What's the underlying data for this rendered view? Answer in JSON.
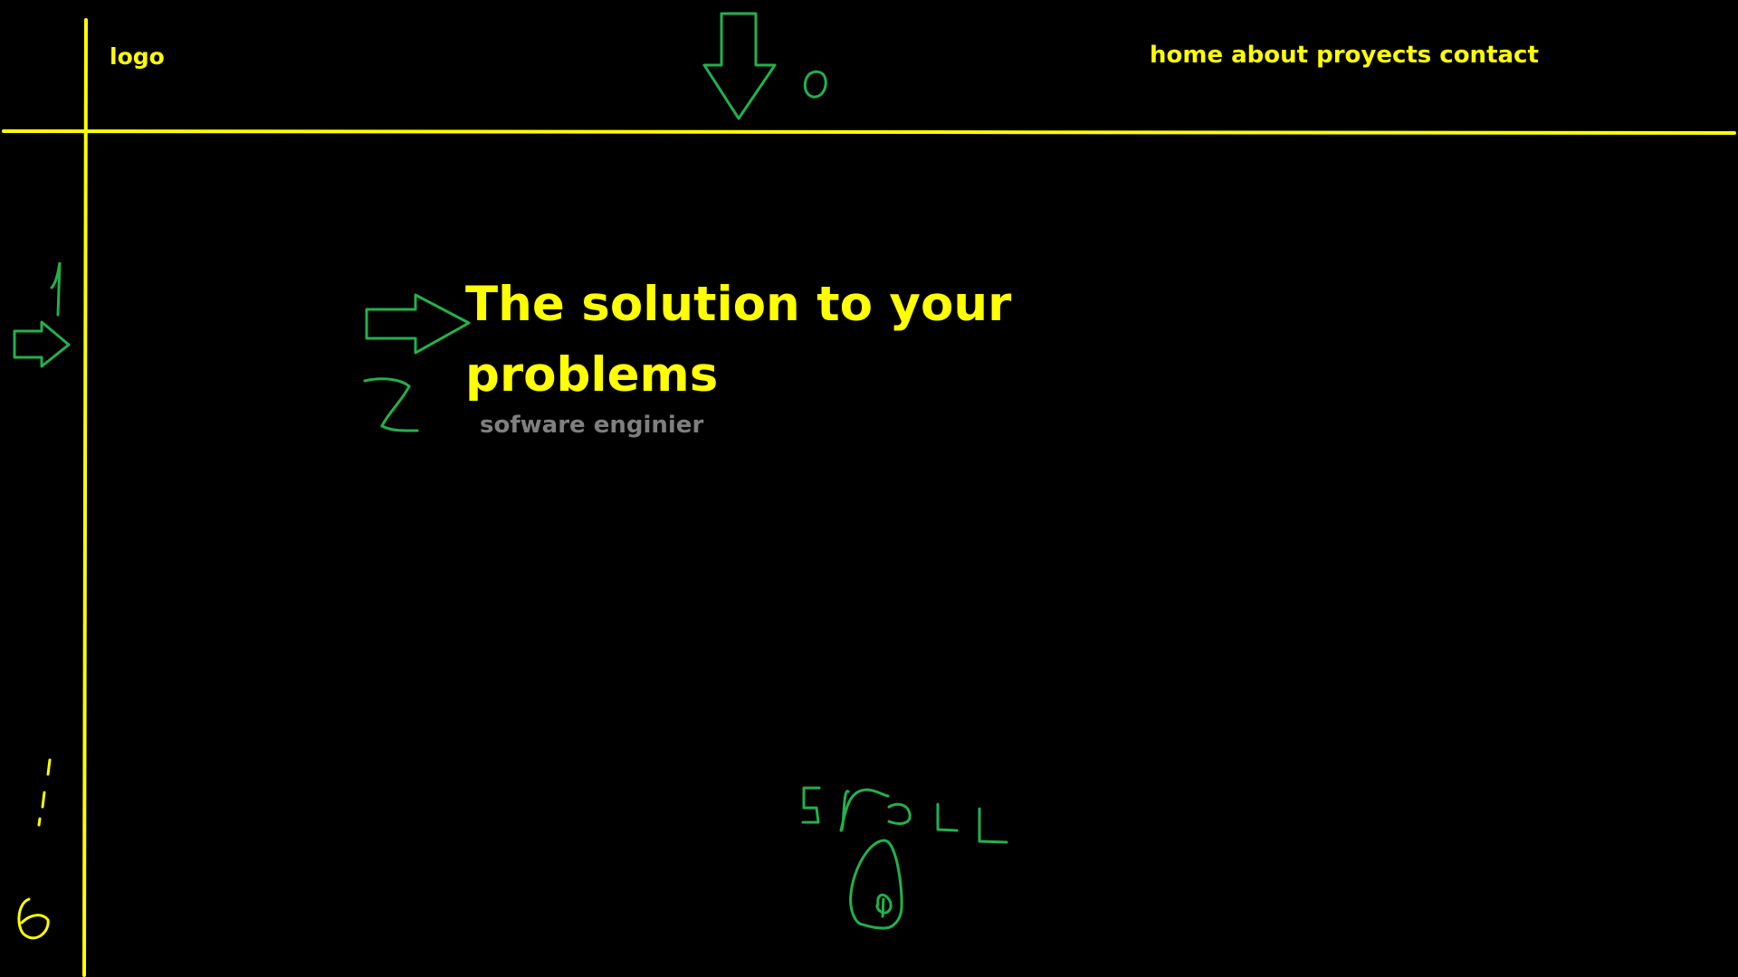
{
  "colors": {
    "background": "#000000",
    "accent": "#ffff00",
    "annotation": "#22b14c",
    "subtitle": "#7f7f7f"
  },
  "header": {
    "logo": "logo",
    "nav": [
      {
        "label": "home"
      },
      {
        "label": "about"
      },
      {
        "label": "proyects"
      },
      {
        "label": "contact"
      }
    ]
  },
  "hero": {
    "title": "The solution to your problems",
    "subtitle": "sofware enginier"
  },
  "sketch_annotations": {
    "number_0": "0",
    "number_1": "1",
    "number_2": "2",
    "number_6": "6",
    "scroll_text": "SCROLL",
    "icons": [
      "down-arrow-icon",
      "right-arrow-icon",
      "mouse-icon"
    ]
  }
}
